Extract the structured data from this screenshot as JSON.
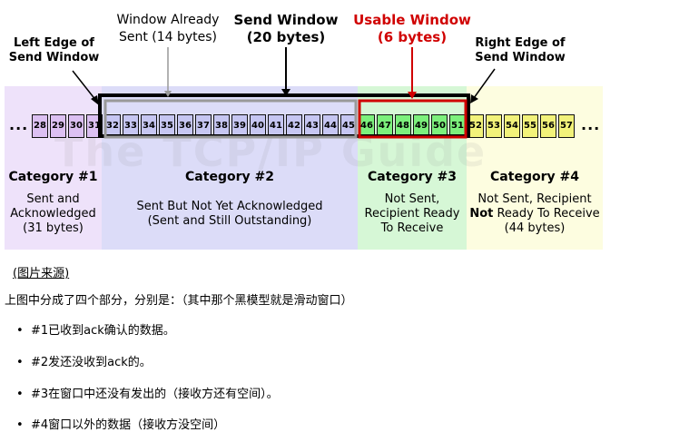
{
  "diagram": {
    "headers": {
      "left_edge": [
        "Left Edge of",
        "Send Window"
      ],
      "window_already_sent": [
        "Window Already",
        "Sent (14 bytes)"
      ],
      "send_window": [
        "Send Window",
        "(20 bytes)"
      ],
      "usable_window": [
        "Usable Window",
        "(6 bytes)"
      ],
      "right_edge": [
        "Right Edge of",
        "Send Window"
      ]
    },
    "ellipsis": "...",
    "watermark": "The TCP/IP Guide",
    "bytes": {
      "cat1": [
        "28",
        "29",
        "30",
        "31"
      ],
      "cat2": [
        "32",
        "33",
        "34",
        "35",
        "36",
        "37",
        "38",
        "39",
        "40",
        "41",
        "42",
        "43",
        "44",
        "45"
      ],
      "cat3": [
        "46",
        "47",
        "48",
        "49",
        "50",
        "51"
      ],
      "cat4": [
        "52",
        "53",
        "54",
        "55",
        "56",
        "57"
      ]
    },
    "categories": [
      {
        "title": "Category #1",
        "lines": [
          "Sent and",
          "Acknowledged",
          "(31 bytes)"
        ]
      },
      {
        "title": "Category #2",
        "lines": [
          "Sent But Not Yet Acknowledged",
          "(Sent and Still Outstanding)"
        ]
      },
      {
        "title": "Category #3",
        "lines": [
          "Not Sent,",
          "Recipient Ready",
          "To Receive"
        ]
      },
      {
        "title": "Category #4",
        "line1": "Not Sent, Recipient",
        "line2_bold": "Not",
        "line2_rest": " Ready To Receive",
        "line3": "(44 bytes)"
      }
    ],
    "colors": {
      "cat1_bg": "#eee2fa",
      "cat1_cell": "#dcc0f2",
      "cat2_bg": "#dcdcf8",
      "cat2_cell": "#c6c6f2",
      "cat3_bg": "#d6f7d6",
      "cat3_cell": "#7cf07c",
      "cat4_bg": "#fdfde0",
      "cat4_cell": "#f2f27a",
      "usable_red": "#d00000"
    }
  },
  "text": {
    "source_link": "(图片来源)",
    "intro": "上图中分成了四个部分，分别是：（其中那个黑模型就是滑动窗口）",
    "bullets": [
      "#1已收到ack确认的数据。",
      "#2发还没收到ack的。",
      "#3在窗口中还没有发出的（接收方还有空间）。",
      "#4窗口以外的数据（接收方没空间）"
    ]
  }
}
